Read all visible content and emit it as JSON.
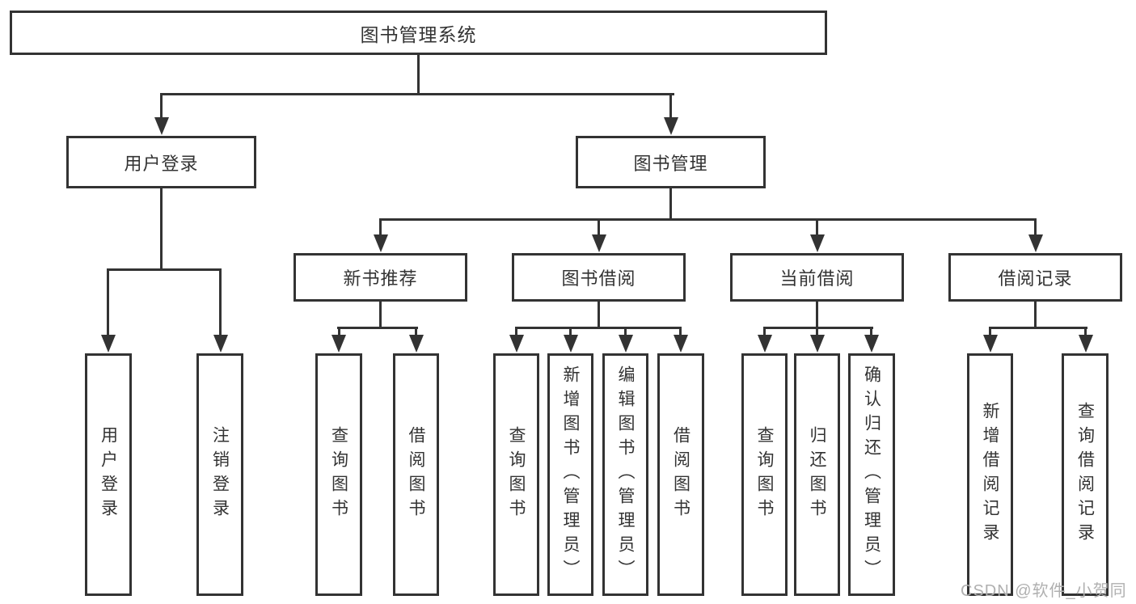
{
  "diagram": {
    "type": "hierarchy-tree",
    "root": {
      "label": "图书管理系统"
    },
    "branches": [
      {
        "label": "用户登录",
        "children": [
          {
            "label": "用户登录"
          },
          {
            "label": "注销登录"
          }
        ]
      },
      {
        "label": "图书管理",
        "children": [
          {
            "label": "新书推荐",
            "children": [
              {
                "label": "查询图书"
              },
              {
                "label": "借阅图书"
              }
            ]
          },
          {
            "label": "图书借阅",
            "children": [
              {
                "label": "查询图书"
              },
              {
                "label": "新增图书（管理员）"
              },
              {
                "label": "编辑图书（管理员）"
              },
              {
                "label": "借阅图书"
              }
            ]
          },
          {
            "label": "当前借阅",
            "children": [
              {
                "label": "查询图书"
              },
              {
                "label": "归还图书"
              },
              {
                "label": "确认归还（管理员）"
              }
            ]
          },
          {
            "label": "借阅记录",
            "children": [
              {
                "label": "新增借阅记录"
              },
              {
                "label": "查询借阅记录"
              }
            ]
          }
        ]
      }
    ]
  },
  "watermark": {
    "text": "CSDN @软件_小贺同学",
    "color": "#b0b0b0"
  },
  "colors": {
    "line": "#333333",
    "text": "#333333",
    "background": "#ffffff"
  }
}
